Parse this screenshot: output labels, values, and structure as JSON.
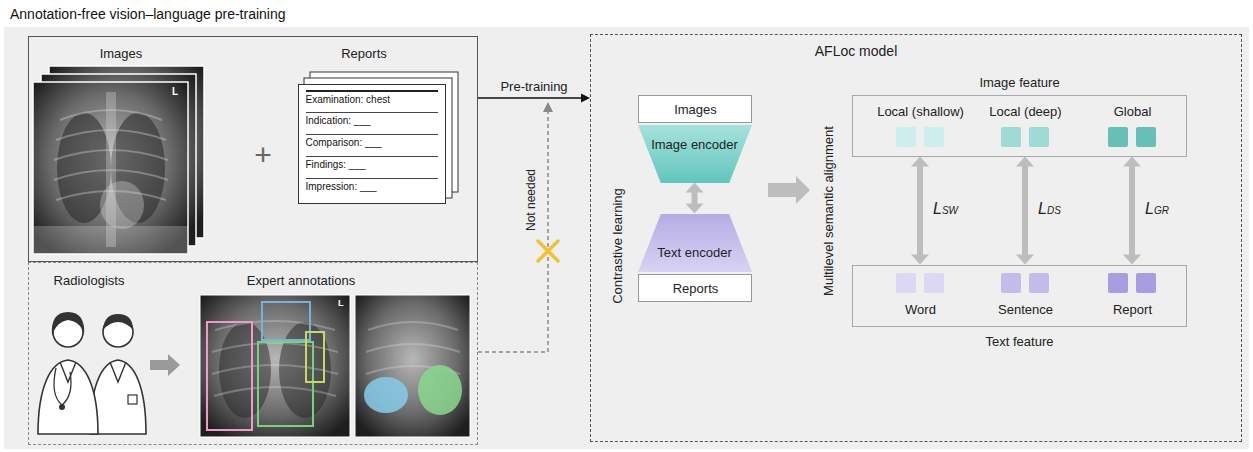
{
  "diagram": {
    "title": "Annotation-free vision–language pre-training",
    "nodes": [
      {
        "text": [
          "Images",
          "+",
          "Reports"
        ]
      },
      {
        "text": [
          "Examination: chest",
          "Indication: ___",
          "Comparison: ___",
          "Findings: ___",
          "Impression: ___"
        ],
        "in": 0
      },
      {
        "text": [
          "Radiologists",
          "Expert annotations"
        ]
      },
      {
        "text": [
          "AFLoc model",
          "Contrastive learning",
          "Multilevel semantic alignment"
        ]
      },
      {
        "text": [
          "Images"
        ],
        "in": 3
      },
      {
        "text": [
          "Image encoder"
        ],
        "in": 3
      },
      {
        "text": [
          "Text encoder"
        ],
        "in": 3
      },
      {
        "text": [
          "Reports"
        ],
        "in": 3
      },
      {
        "text": [
          "Image feature",
          "Local (shallow)",
          "Local (deep)",
          "Global"
        ],
        "in": 3
      },
      {
        "text": [
          "Word",
          "Sentence",
          "Report",
          "Text feature"
        ],
        "in": 3
      }
    ],
    "edges": [
      {
        "from": 0,
        "to": 3,
        "label": "Pre-training",
        "arrow": "to"
      },
      {
        "from": 5,
        "to": 6,
        "arrow": "both"
      },
      {
        "from": 8,
        "to": 9,
        "label": "LSW",
        "arrow": "both"
      },
      {
        "from": 8,
        "to": 9,
        "label": "LDS",
        "arrow": "both"
      },
      {
        "from": 8,
        "to": 9,
        "label": "LGR",
        "arrow": "both"
      }
    ],
    "labels": [
      "L",
      "Not needed",
      "L"
    ]
  }
}
